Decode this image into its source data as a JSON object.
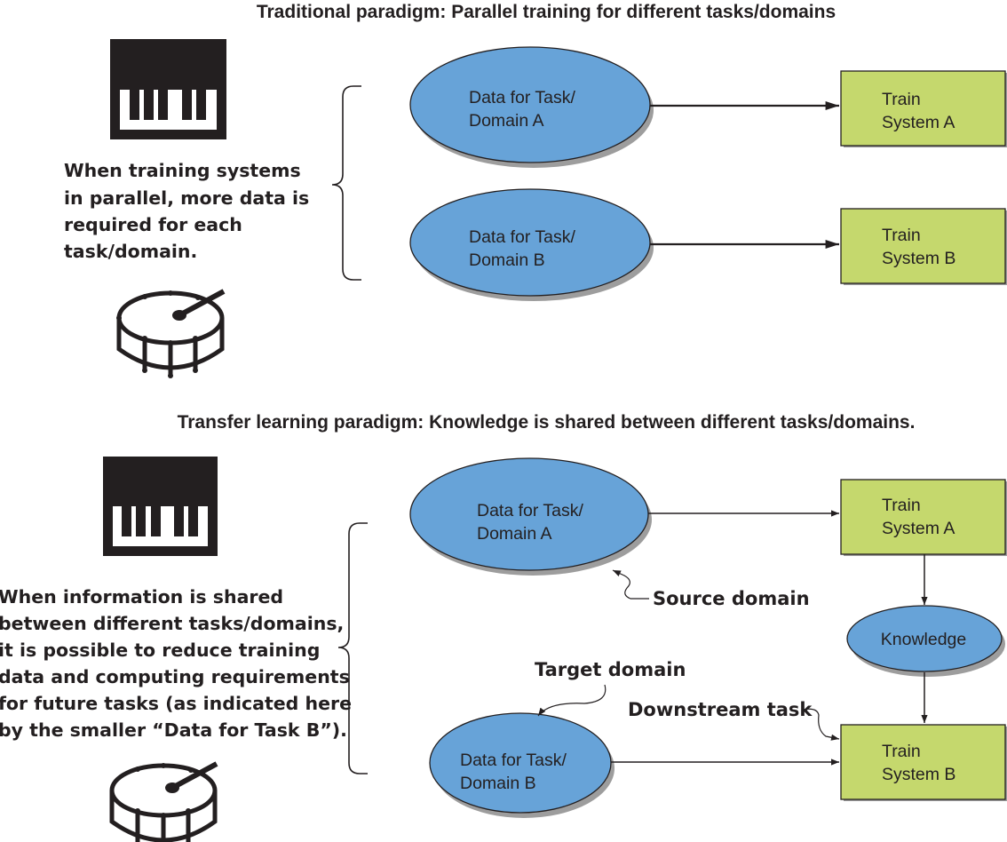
{
  "colors": {
    "data_fill": "#67a3d8",
    "train_fill": "#c5d86d",
    "stroke": "#231f20",
    "shadow": "#9d9d9d",
    "text": "#231f20"
  },
  "traditional": {
    "title": "Traditional paradigm: Parallel training for different tasks/domains",
    "icons": [
      "piano-keyboard-icon",
      "drum-icon"
    ],
    "description": [
      "When training systems",
      "in parallel, more data is",
      "required for each",
      "task/domain."
    ],
    "data_a": [
      "Data for Task/",
      "Domain A"
    ],
    "data_b": [
      "Data for Task/",
      "Domain B"
    ],
    "train_a": [
      "Train",
      "System A"
    ],
    "train_b": [
      "Train",
      "System B"
    ]
  },
  "transfer": {
    "title": "Transfer learning paradigm: Knowledge is shared between different tasks/domains.",
    "icons": [
      "piano-keyboard-icon",
      "drum-icon"
    ],
    "description": [
      "When information is shared",
      "between different tasks/domains,",
      "it is possible to reduce training",
      "data and computing requirements",
      "for future tasks (as indicated here",
      "by the smaller “Data for Task B”)."
    ],
    "data_a": [
      "Data for Task/",
      "Domain A"
    ],
    "data_b": [
      "Data for Task/",
      "Domain B"
    ],
    "train_a": [
      "Train",
      "System A"
    ],
    "train_b": [
      "Train",
      "System B"
    ],
    "knowledge": "Knowledge",
    "annotations": {
      "source": "Source domain",
      "target": "Target domain",
      "downstream": "Downstream task"
    }
  }
}
